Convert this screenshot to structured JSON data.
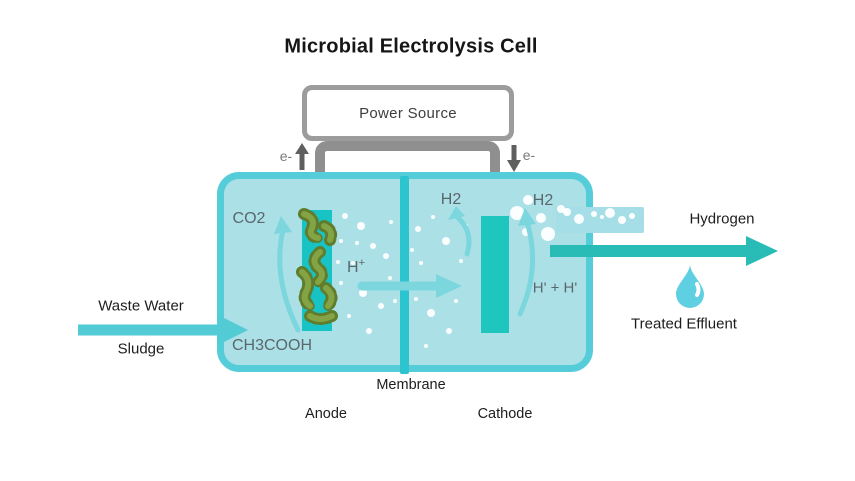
{
  "title": "Microbial Electrolysis Cell",
  "power_source": {
    "label": "Power Source"
  },
  "electrons": {
    "left_label": "e-",
    "right_label": "e-"
  },
  "cell": {
    "co2_label": "CO2",
    "h_plus_base": "H",
    "h_plus_sup": "+",
    "h2_left_label": "H2",
    "h2_right_label": "H2",
    "h_prime_label": "H' + H'",
    "acetate_label": "CH3COOH"
  },
  "left_side": {
    "waste_water_label": "Waste Water",
    "sludge_label": "Sludge"
  },
  "right_side": {
    "hydrogen_label": "Hydrogen",
    "treated_effluent_label": "Treated Effluent"
  },
  "bottom_labels": {
    "membrane": "Membrane",
    "anode": "Anode",
    "cathode": "Cathode"
  },
  "colors": {
    "title_text": "#161616",
    "label_text": "#1d1d1d",
    "inner_text": "#5a676b",
    "electron_text": "#7a7a7a",
    "box_border": "#9c9c9c",
    "wire": "#8f8f8f",
    "electron_arrow": "#5f5f5f",
    "cell_fill": "#ace0e7",
    "cell_border": "#55cdd9",
    "membrane": "#2cc4cf",
    "electrode": "#18c3c6",
    "cathode": "#1fc6bd",
    "bacteria_dark": "#5f7d2c",
    "bacteria_light": "#84a344",
    "inner_arrow": "#7bd6dd",
    "input_arrow": "#52cbd5",
    "hydrogen_arrow": "#29bcb6",
    "pipe": "#a5dee6",
    "droplet": "#5ed0e2"
  }
}
